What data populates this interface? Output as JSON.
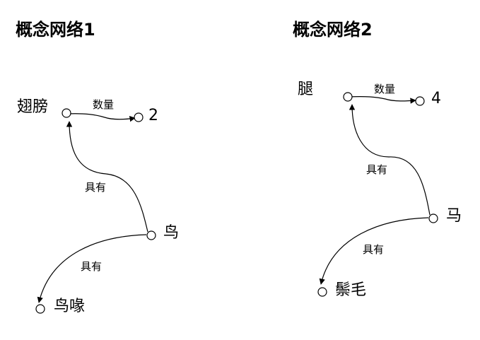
{
  "diagrams": [
    {
      "title": "概念网络1",
      "nodes": {
        "wing": "翅膀",
        "two": "2",
        "bird": "鸟",
        "beak": "鸟喙"
      },
      "edges": {
        "quantity": "数量",
        "has_upper": "具有",
        "has_lower": "具有"
      }
    },
    {
      "title": "概念网络2",
      "nodes": {
        "leg": "腿",
        "four": "4",
        "horse": "马",
        "mane": "鬃毛"
      },
      "edges": {
        "quantity": "数量",
        "has_upper": "具有",
        "has_lower": "具有"
      }
    }
  ]
}
